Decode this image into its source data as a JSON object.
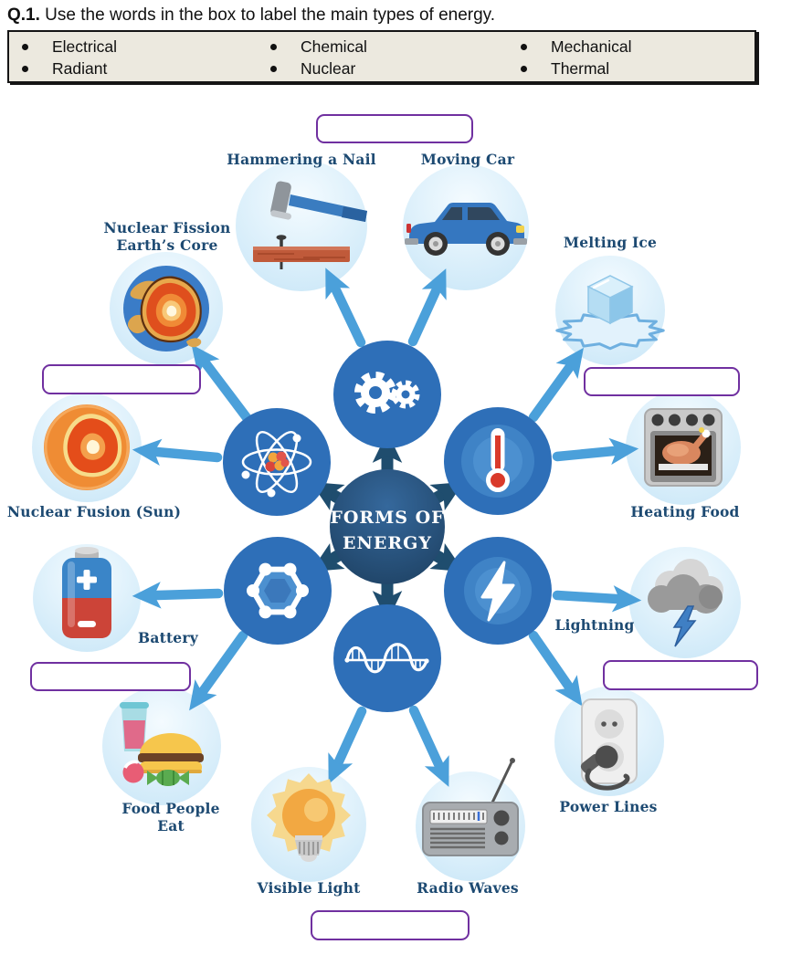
{
  "question": {
    "number": "Q.1.",
    "text": " Use the words in the box to label the main types of energy."
  },
  "word_bank": {
    "items": [
      "Electrical",
      "Chemical",
      "Mechanical",
      "Radiant",
      "Nuclear",
      "Thermal"
    ]
  },
  "diagram": {
    "center": {
      "line1": "FORMS OF",
      "line2": "ENERGY"
    },
    "labels": {
      "hammering_a_nail": "Hammering a Nail",
      "moving_car": "Moving Car",
      "nuclear_fission_line1": "Nuclear Fission",
      "nuclear_fission_line2": "Earth’s Core",
      "melting_ice": "Melting Ice",
      "nuclear_fusion_sun": "Nuclear Fusion (Sun)",
      "heating_food": "Heating Food",
      "battery": "Battery",
      "lightning": "Lightning",
      "food_line1": "Food People",
      "food_line2": "Eat",
      "power_lines": "Power Lines",
      "visible_light": "Visible Light",
      "radio_waves": "Radio Waves"
    },
    "answers": {
      "mechanical": "",
      "nuclear": "",
      "thermal": "",
      "chemical": "",
      "electrical": "",
      "radiant": ""
    }
  },
  "colors": {
    "hub_circle": "#2e6fb8",
    "center_circle_dark": "#1c3e5e",
    "dark_arrow": "#1f4d6e",
    "light_arrow": "#4ba0da",
    "label_text": "#1d4a72",
    "answer_border": "#7030a0",
    "word_box_bg": "#ece9df"
  }
}
